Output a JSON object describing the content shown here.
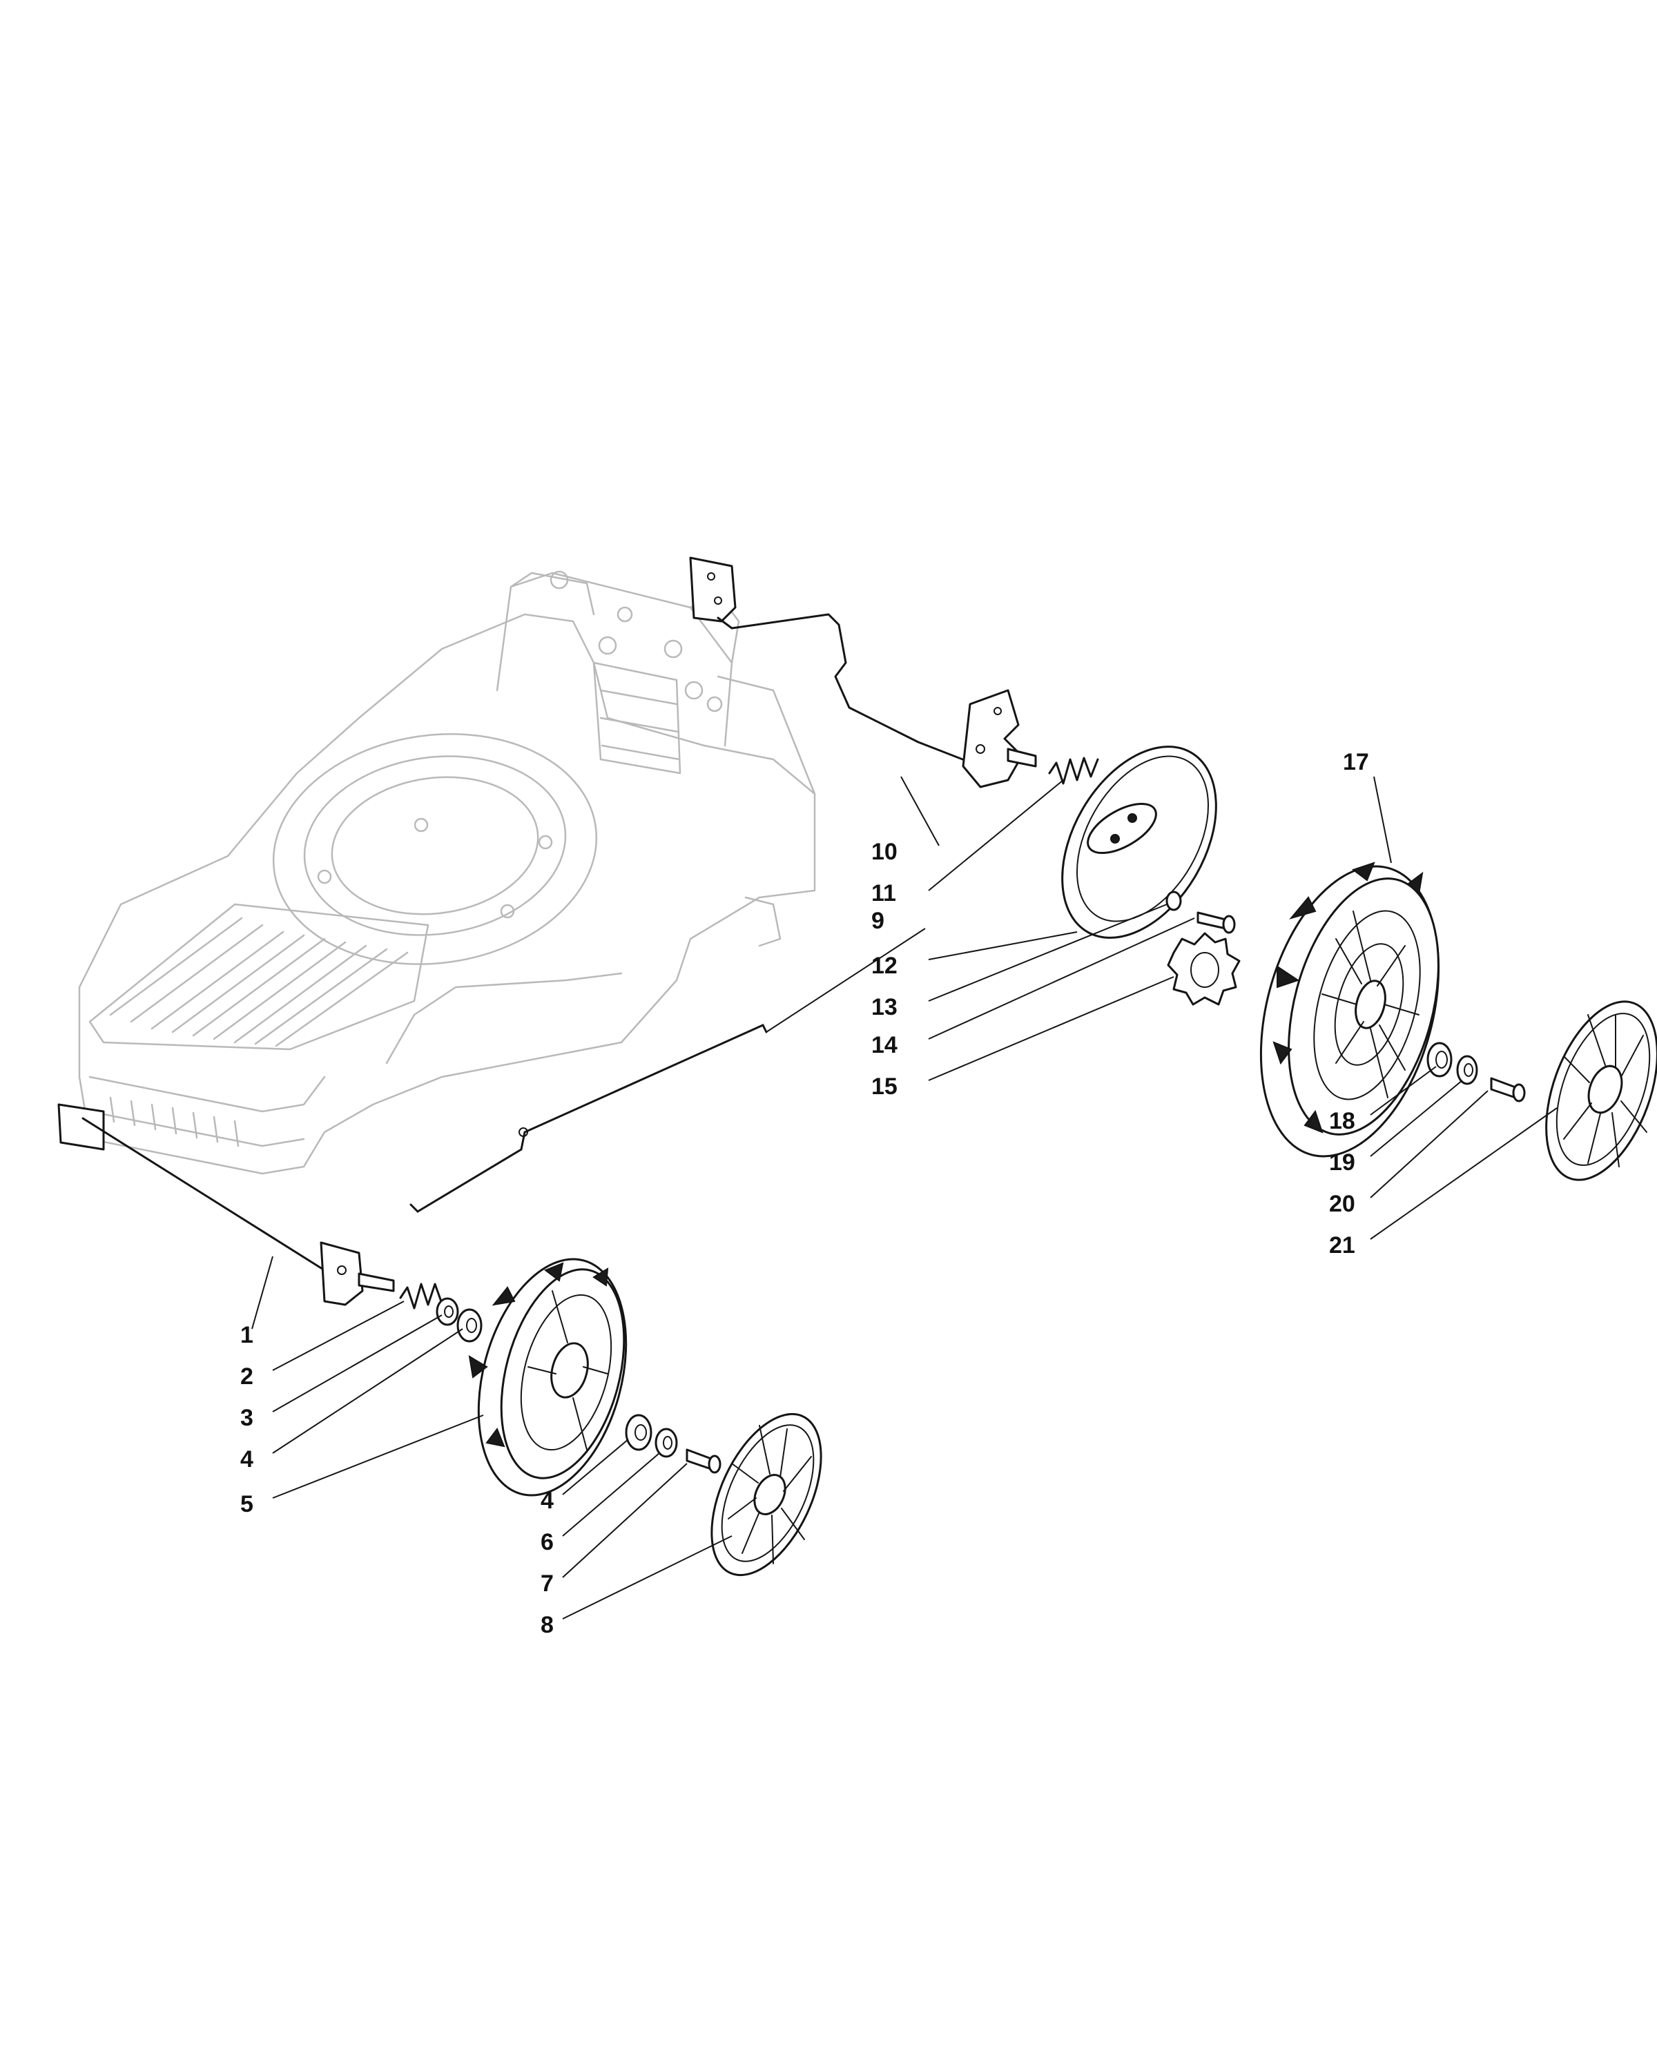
{
  "callouts": [
    {
      "id": "1",
      "label": "1"
    },
    {
      "id": "2",
      "label": "2"
    },
    {
      "id": "3",
      "label": "3"
    },
    {
      "id": "4a",
      "label": "4"
    },
    {
      "id": "5",
      "label": "5"
    },
    {
      "id": "4b",
      "label": "4"
    },
    {
      "id": "6",
      "label": "6"
    },
    {
      "id": "7",
      "label": "7"
    },
    {
      "id": "8",
      "label": "8"
    },
    {
      "id": "9",
      "label": "9"
    },
    {
      "id": "10",
      "label": "10"
    },
    {
      "id": "11",
      "label": "11"
    },
    {
      "id": "12",
      "label": "12"
    },
    {
      "id": "13",
      "label": "13"
    },
    {
      "id": "14",
      "label": "14"
    },
    {
      "id": "15",
      "label": "15"
    },
    {
      "id": "17",
      "label": "17"
    },
    {
      "id": "18",
      "label": "18"
    },
    {
      "id": "19",
      "label": "19"
    },
    {
      "id": "20",
      "label": "20"
    },
    {
      "id": "21",
      "label": "21"
    }
  ]
}
